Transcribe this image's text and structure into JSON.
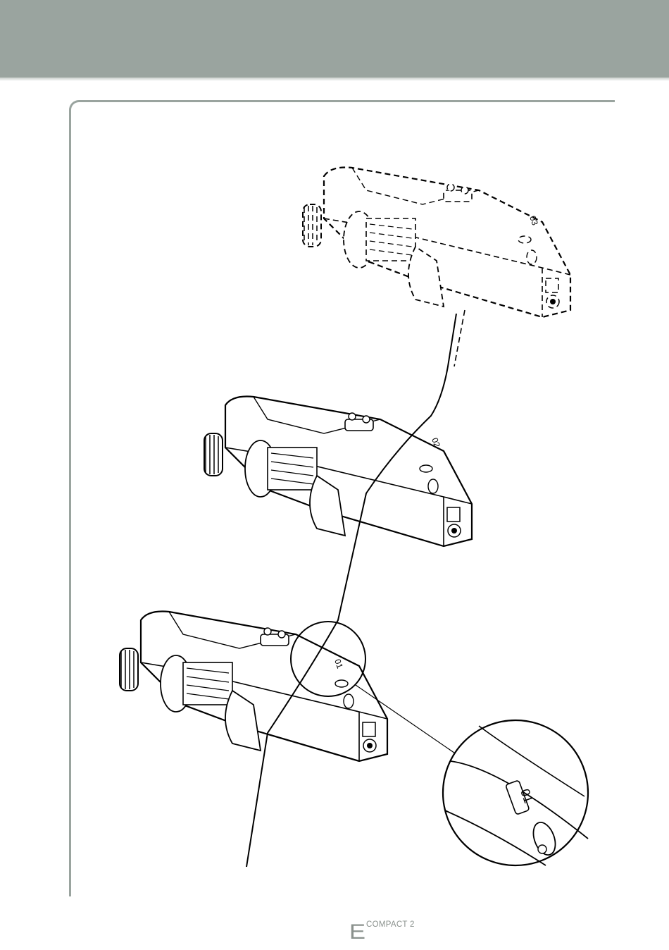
{
  "header": {
    "band_color": "#9aa49f"
  },
  "frame": {
    "border_color": "#9aa49f"
  },
  "illustration": {
    "units": [
      {
        "name": "motor-unit-top-dashed",
        "label": "03"
      },
      {
        "name": "motor-unit-middle",
        "label": "02"
      },
      {
        "name": "motor-unit-bottom",
        "label": "01"
      }
    ],
    "detail_callout_label": "01"
  },
  "footer": {
    "logo_letter": "E",
    "logo_text": "COMPACT 2"
  }
}
